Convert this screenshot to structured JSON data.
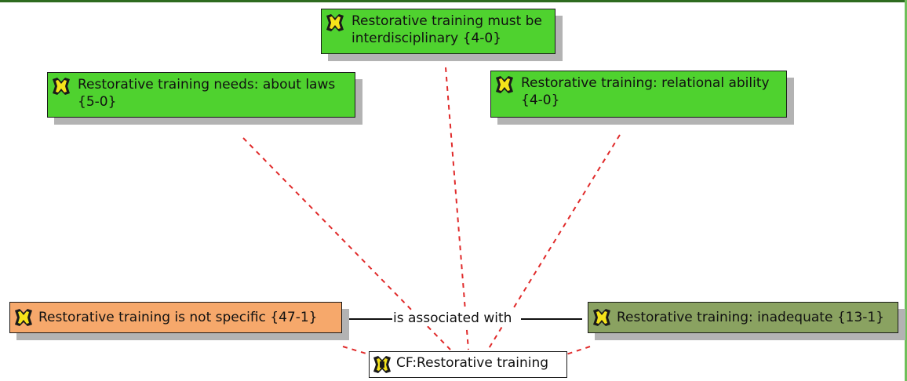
{
  "nodes": {
    "interdisciplinary": {
      "line1": "Restorative training must be",
      "line2": "interdisciplinary {4-0}"
    },
    "laws": {
      "line1": "Restorative training needs: about laws",
      "line2": "{5-0}"
    },
    "relational": {
      "line1": "Restorative training: relational ability",
      "line2": "{4-0}"
    },
    "not_specific": {
      "label": "Restorative training is not specific {47-1}"
    },
    "inadequate": {
      "label": "Restorative training: inadequate {13-1}"
    },
    "center": {
      "label": "CF:Restorative training"
    }
  },
  "relation": {
    "label": "is associated with"
  },
  "colors": {
    "green_node": "#4fd22f",
    "orange_node": "#f6a86b",
    "olive_node": "#8aa261",
    "dashed_link": "#e02a2a",
    "solid_link": "#111111"
  },
  "icons": [
    "quotation-icon",
    "code-family-icon"
  ]
}
